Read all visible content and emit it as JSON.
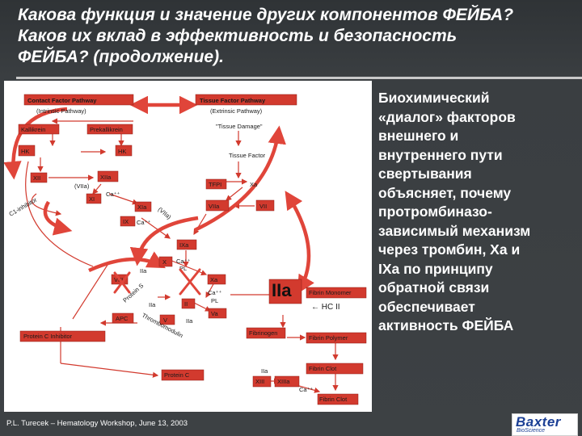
{
  "slide": {
    "title_lines": [
      "Какова функция и значение других компонентов ФЕЙБА?",
      "Каков их вклад в эффективность и безопасность",
      "ФЕЙБА? (продолжение)."
    ],
    "side_text_lines": [
      "Биохимический",
      "«диалог» факторов",
      "внешнего и",
      "внутреннего пути",
      "свертывания",
      "объясняет, почему",
      "протромбиназо-",
      "зависимый механизм",
      "через тромбин, Xa и",
      "IXa по принципу",
      "обратной связи",
      "обеспечивает",
      "активность ФЕЙБА"
    ],
    "footer": "P.L. Turecek – Hematology Workshop, June 13, 2003",
    "logo": {
      "name": "Baxter",
      "sub": "BioScience"
    },
    "colors": {
      "box_red": "#d23a2e",
      "arrow_red": "#e0453a",
      "text_dark": "#1a1a1a"
    }
  },
  "diagram": {
    "contact_pathway": "Contact Factor Pathway",
    "intrinsic": "(Intrinsic Pathway)",
    "tissue_pathway": "Tissue Factor Pathway",
    "extrinsic": "(Extrinsic Pathway)",
    "tissue_damage": "\"Tissue Damage\"",
    "kallikrein": "Kallikrein",
    "prekallikrein": "Prekallikrein",
    "hk1": "HK",
    "hk2": "HK",
    "tissue_factor": "Tissue Factor",
    "xii": "XII",
    "xiia": "XIIa",
    "viia_label": "(VIIa)",
    "xi": "XI",
    "ca1": "Ca⁺⁺",
    "tfpi": "TFPI",
    "xa1": "Xa",
    "c1_inhibitor": "C1-inhibitor",
    "xia": "XIa",
    "viia_diag": "(VIIa)",
    "ix": "IX",
    "ca2": "Ca⁺⁺",
    "viia": "VIIa",
    "vii": "VII",
    "ixa": "IXa",
    "x": "X",
    "ca3": "Ca⁺⁺",
    "pl1": "PL",
    "viii": "VIII",
    "iia1": "IIa",
    "xa2": "Xa",
    "protein_s": "Protein S",
    "ii": "II",
    "ca4": "Ca⁺⁺",
    "pl2": "PL",
    "big_iia": "IIa",
    "hc_ii": "← HC II",
    "apc": "APC",
    "v": "V",
    "va": "Va",
    "iia2": "IIa",
    "iia3": "IIa",
    "fibrinogen": "Fibrinogen",
    "fibrin_monomer": "Fibrin Monomer",
    "thrombomodulin": "Thrombomodulin",
    "protein_c_inhibitor": "Protein C Inhibitor",
    "fibrin_polymer": "Fibrin Polymer",
    "protein_c": "Protein C",
    "xiii": "XIII",
    "iia4": "IIa",
    "xiiia": "XIIIa",
    "ca5": "Ca⁺⁺",
    "fibrin_clot": "Fibrin Clot"
  }
}
